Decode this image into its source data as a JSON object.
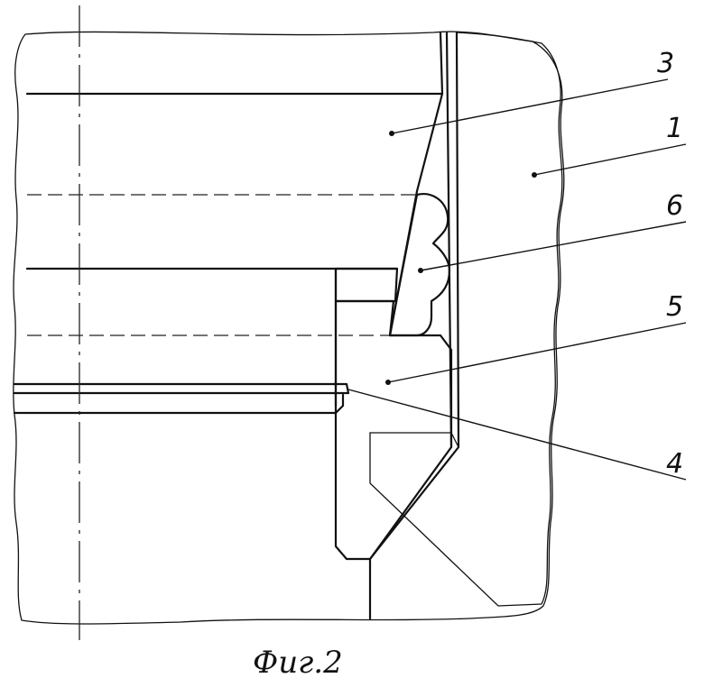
{
  "callouts": {
    "label_3": "3",
    "label_1": "1",
    "label_6": "6",
    "label_5": "5",
    "label_4": "4"
  },
  "caption": "Фиг.2"
}
